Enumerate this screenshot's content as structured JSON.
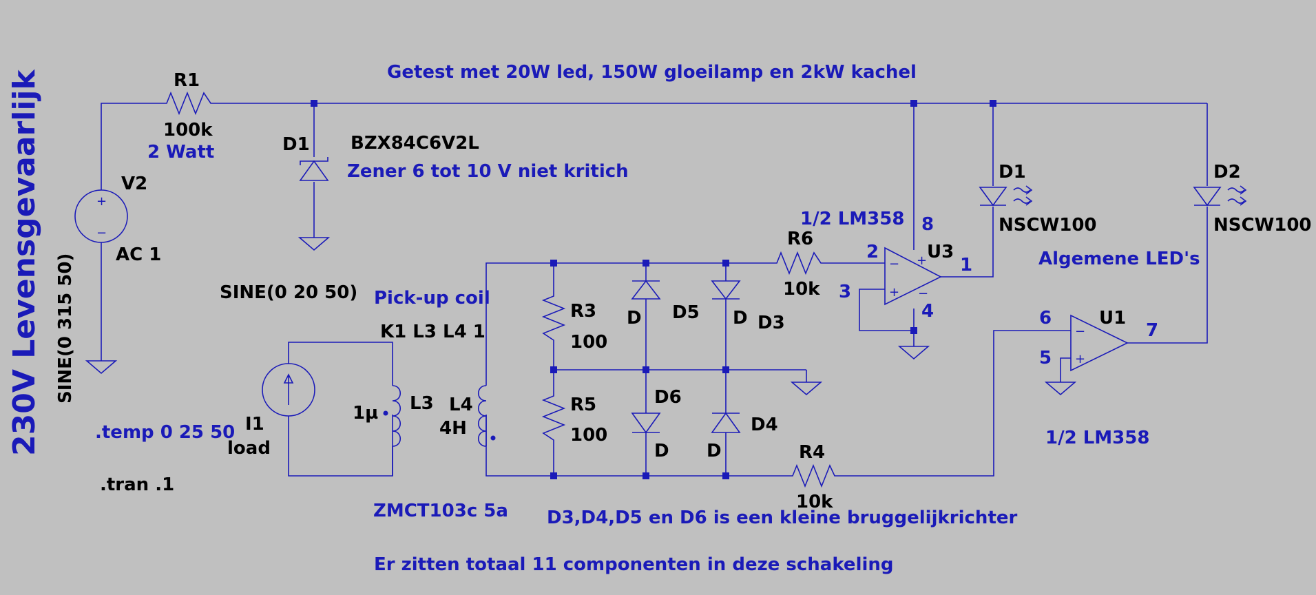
{
  "colors": {
    "background": "#c0c0c0",
    "wire": "#1a1ab8",
    "label": "#000000",
    "comment": "#1a1ab8"
  },
  "components": {
    "r1": {
      "name": "R1",
      "value": "100k"
    },
    "v2": {
      "name": "V2",
      "value": "AC 1",
      "source": "SINE(0 315 50)"
    },
    "d1z": {
      "name": "D1",
      "part": "BZX84C6V2L"
    },
    "i1": {
      "name": "I1",
      "value": "load",
      "source": "SINE(0 20 50)"
    },
    "l3": {
      "name": "L3",
      "value": "1µ"
    },
    "l4": {
      "name": "L4",
      "value": "4H"
    },
    "k1": "K1 L3 L4 1",
    "r3": {
      "name": "R3",
      "value": "100"
    },
    "r5": {
      "name": "R5",
      "value": "100"
    },
    "r6": {
      "name": "R6",
      "value": "10k"
    },
    "r4": {
      "name": "R4",
      "value": "10k"
    },
    "d3": {
      "name": "D3",
      "model": "D"
    },
    "d4": {
      "name": "D4",
      "model": "D"
    },
    "d5": {
      "name": "D5",
      "model": "D"
    },
    "d6": {
      "name": "D6",
      "model": "D"
    },
    "u3": {
      "name": "U3",
      "pins": {
        "inm": "2",
        "inp": "3",
        "out": "1",
        "vcc": "8",
        "gnd": "4"
      }
    },
    "u1": {
      "name": "U1",
      "pins": {
        "inm": "6",
        "inp": "5",
        "out": "7"
      }
    },
    "led1": {
      "name": "D1",
      "part": "NSCW100"
    },
    "led2": {
      "name": "D2",
      "part": "NSCW100"
    }
  },
  "directives": {
    "temp": ".temp 0 25 50",
    "tran": ".tran .1"
  },
  "comments": {
    "side_title": "230V Levensgevaarlijk",
    "top": "Getest met  20W led, 150W gloeilamp en 2kW kachel",
    "r1_power": "2 Watt",
    "zener": "Zener  6 tot 10 V  niet kritich",
    "u3_half": "1/2 LM358",
    "u1_half": "1/2  LM358",
    "leds": "Algemene LED's",
    "pickup": "Pick-up coil",
    "ct": "ZMCT103c 5a",
    "bridge": "D3,D4,D5 en D6  is een kleine bruggelijkrichter",
    "count": "Er zitten totaal 11 componenten in deze schakeling"
  }
}
